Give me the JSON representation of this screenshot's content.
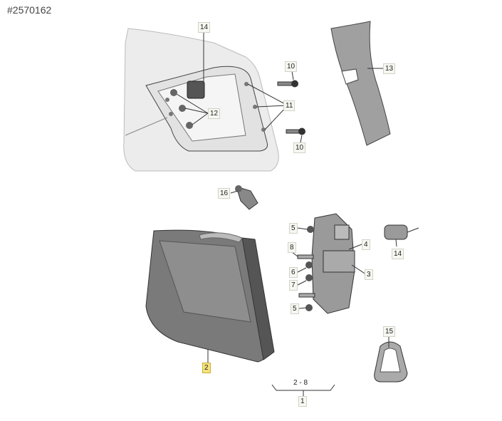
{
  "catalog_number": "#2570162",
  "callouts": [
    {
      "id": "c14a",
      "label": "14"
    },
    {
      "id": "c10a",
      "label": "10"
    },
    {
      "id": "c13",
      "label": "13"
    },
    {
      "id": "c11",
      "label": "11"
    },
    {
      "id": "c12",
      "label": "12"
    },
    {
      "id": "c10b",
      "label": "10"
    },
    {
      "id": "c16",
      "label": "16"
    },
    {
      "id": "c5a",
      "label": "5"
    },
    {
      "id": "c4",
      "label": "4"
    },
    {
      "id": "c8",
      "label": "8"
    },
    {
      "id": "c6",
      "label": "6"
    },
    {
      "id": "c3",
      "label": "3"
    },
    {
      "id": "c7",
      "label": "7"
    },
    {
      "id": "c5b",
      "label": "5"
    },
    {
      "id": "c14b",
      "label": "14"
    },
    {
      "id": "c15",
      "label": "15"
    },
    {
      "id": "c2",
      "label": "2",
      "highlight": true
    },
    {
      "id": "c28",
      "label": "2 - 8"
    },
    {
      "id": "c1",
      "label": "1"
    }
  ],
  "colors": {
    "line": "#333333",
    "part_fill": "#cfcfcf",
    "part_dark": "#8a8a8a",
    "highlight": "#f5e27a"
  }
}
